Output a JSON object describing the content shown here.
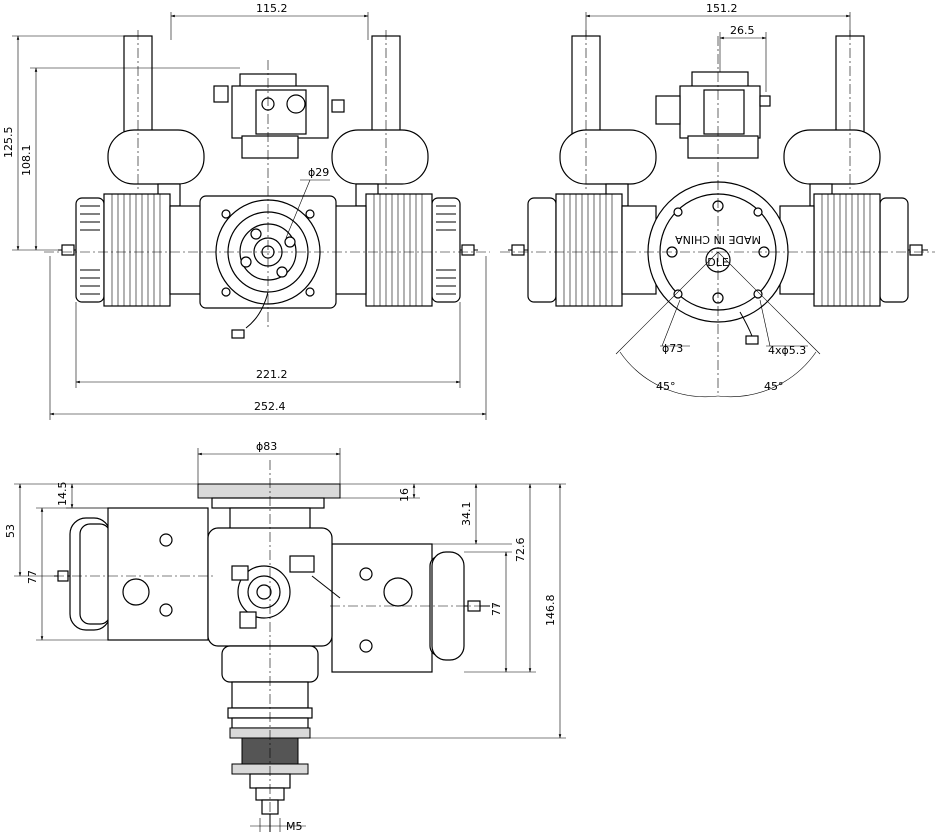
{
  "dimensions": {
    "front_top_width": "115.2",
    "front_height_outer": "125.5",
    "front_height_inner": "108.1",
    "front_hub_diameter": "ϕ29",
    "front_width_inner": "221.2",
    "front_width_overall": "252.4",
    "rear_top_width": "151.2",
    "rear_carb_width": "26.5",
    "rear_bolt_circle": "ϕ73",
    "rear_bolt_holes": "4xϕ5.3",
    "rear_angle_left": "45°",
    "rear_angle_right": "45°",
    "top_mount_diameter": "ϕ83",
    "top_left_offset": "14.5",
    "top_left_height": "53",
    "top_left_depth": "77",
    "top_flange": "16",
    "top_offset": "34.1",
    "top_cyl_depth": "72.6",
    "top_right_depth": "77",
    "top_overall": "146.8",
    "shaft_thread": "M5"
  },
  "plate_text": {
    "rear_plate": "MADE IN CHINA",
    "rear_plate_logo": "DLE"
  }
}
